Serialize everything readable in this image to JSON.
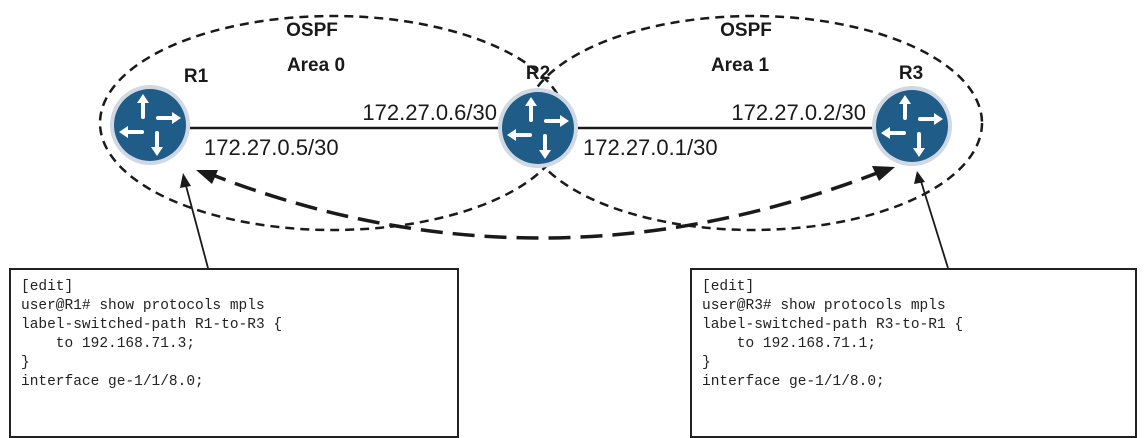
{
  "colors": {
    "router_fill": "#1f5c88",
    "router_ring": "#cfd8e3",
    "line": "#1a1a1a"
  },
  "areas": [
    {
      "name": "OSPF",
      "label": "Area 0"
    },
    {
      "name": "OSPF",
      "label": "Area 1"
    }
  ],
  "routers": [
    {
      "name": "R1",
      "icon": "router-icon"
    },
    {
      "name": "R2",
      "icon": "router-icon"
    },
    {
      "name": "R3",
      "icon": "router-icon"
    }
  ],
  "links": [
    {
      "r2_side": "172.27.0.6/30",
      "r1_side": "172.27.0.5/30"
    },
    {
      "r3_side": "172.27.0.2/30",
      "r2_side": "172.27.0.1/30"
    }
  ],
  "config_r1": [
    "[edit]",
    "user@R1# show protocols mpls",
    "label-switched-path R1-to-R3 {",
    "    to 192.168.71.3;",
    "}",
    "interface ge-1/1/8.0;"
  ],
  "config_r3": [
    "[edit]",
    "user@R3# show protocols mpls",
    "label-switched-path R3-to-R1 {",
    "    to 192.168.71.1;",
    "}",
    "interface ge-1/1/8.0;"
  ]
}
